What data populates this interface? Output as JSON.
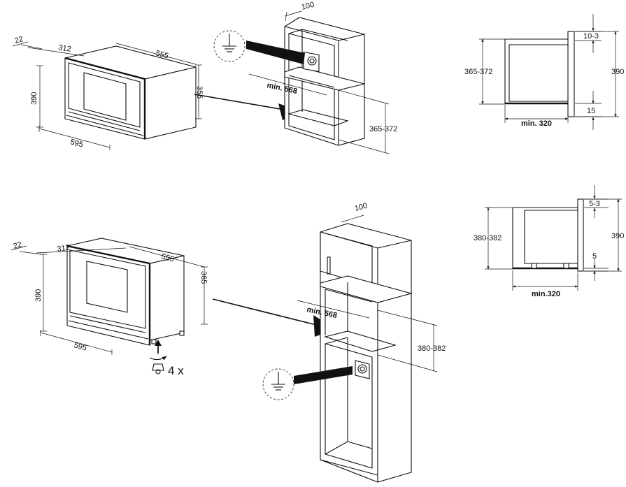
{
  "diagram1": {
    "oven": {
      "width": "595",
      "height": "390",
      "depth": "555",
      "body_depth": "312",
      "front_offset": "22",
      "body_height": "355"
    },
    "cabinet": {
      "depth": "100",
      "min_width": "min. 568",
      "opening_height": "365-372"
    }
  },
  "diagram2": {
    "oven": {
      "width": "595",
      "height": "390",
      "depth": "555",
      "body_depth": "312",
      "front_offset": "22",
      "body_height": "365",
      "feet_qty": "4 x"
    },
    "cabinet": {
      "depth": "100",
      "min_width": "min. 568",
      "opening_height": "380-382"
    }
  },
  "side1": {
    "top_gap": "10-3",
    "opening": "365-372",
    "total": "390",
    "bottom_gap": "15",
    "min_depth": "min. 320"
  },
  "side2": {
    "top_gap": "5-3",
    "opening": "380-382",
    "total": "390",
    "bottom_gap": "5",
    "min_depth": "min.320"
  },
  "icons": {
    "ground": "ground-symbol-icon",
    "socket": "power-socket-icon",
    "arrow": "arrow-icon",
    "foot": "adjustable-foot-icon"
  }
}
